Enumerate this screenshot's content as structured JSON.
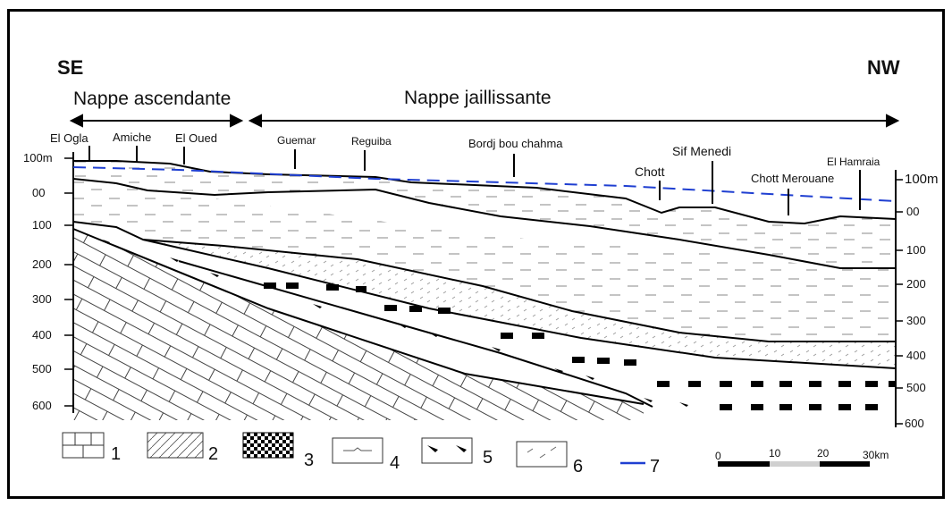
{
  "orientation": {
    "left": "SE",
    "right": "NW"
  },
  "zones": {
    "ascending": "Nappe ascendante",
    "flowing": "Nappe jaillissante"
  },
  "places": [
    {
      "label": "El Ogla"
    },
    {
      "label": "Amiche"
    },
    {
      "label": "El Oued"
    },
    {
      "label": "Guemar"
    },
    {
      "label": "Reguiba"
    },
    {
      "label": "Bordj bou chahma"
    },
    {
      "label": "Chott"
    },
    {
      "label": "Sif Menedi"
    },
    {
      "label": "Chott Merouane"
    },
    {
      "label": "El Hamraia"
    }
  ],
  "depth_axis_left": [
    "100m",
    "00",
    "100",
    "200",
    "300",
    "400",
    "500",
    "600"
  ],
  "depth_axis_right": [
    "100m",
    "00",
    "100",
    "200",
    "300",
    "400",
    "500",
    "600"
  ],
  "legend": [
    {
      "number": "1",
      "icon": "brick-pattern-icon"
    },
    {
      "number": "2",
      "icon": "hatched-pattern-icon"
    },
    {
      "number": "3",
      "icon": "checker-pattern-icon"
    },
    {
      "number": "4",
      "icon": "dash-pattern-icon"
    },
    {
      "number": "5",
      "icon": "wedge-pattern-icon"
    },
    {
      "number": "6",
      "icon": "dotted-pattern-icon"
    },
    {
      "number": "7",
      "icon": "dashed-line-icon"
    }
  ],
  "scale_bar": {
    "ticks": [
      "0",
      "10",
      "20",
      "30km"
    ]
  },
  "colors": {
    "piezometric_line": "#1f3fd1",
    "ink": "#000000"
  }
}
